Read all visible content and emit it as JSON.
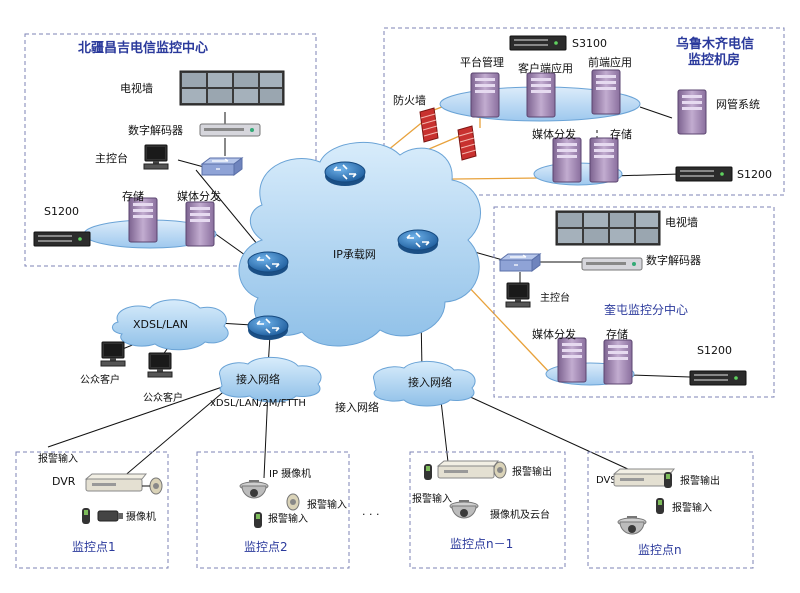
{
  "centers": {
    "beijiang": {
      "title": "北疆昌吉电信监控中心",
      "tv_wall": "电视墙",
      "decoder": "数字解码器",
      "console": "主控台",
      "storage": "存储",
      "media": "媒体分发",
      "s1200": "S1200"
    },
    "urumqi": {
      "title_line1": "乌鲁木齐电信",
      "title_line2": "监控机房",
      "s3100": "S3100",
      "platform": "平台管理",
      "client_app": "客户端应用",
      "frontend_app": "前端应用",
      "firewall": "防火墙",
      "nms": "网管系统",
      "media": "媒体分发",
      "storage": "存储",
      "s1200": "S1200"
    },
    "kuitun": {
      "title": "奎屯监控分中心",
      "tv_wall": "电视墙",
      "decoder": "数字解码器",
      "console": "主控台",
      "media": "媒体分发",
      "storage": "存储",
      "s1200": "S1200"
    }
  },
  "network": {
    "ip_network": "IP承载网",
    "xdsl_lan": "XDSL/LAN",
    "access_left": "接入网络",
    "access_left_sub": "xDSL/LAN/2M/FTTH",
    "access_right": "接入网络",
    "access_right_sub": "接入网络",
    "public_client_1": "公众客户",
    "public_client_2": "公众客户"
  },
  "sites": {
    "site1": {
      "title": "监控点1",
      "alarm_in": "报警输入",
      "dvr": "DVR",
      "camera": "摄像机"
    },
    "site2": {
      "title": "监控点2",
      "ip_camera": "IP 摄像机",
      "alarm_in_1": "报警输入",
      "alarm_in_2": "报警输入"
    },
    "ellipsis": "· · ·",
    "site_n1": {
      "title": "监控点n－1",
      "alarm_out": "报警输出",
      "alarm_in": "报警输入",
      "ptz": "摄像机及云台"
    },
    "site_n": {
      "title": "监控点n",
      "dvs": "DVS",
      "alarm_out": "报警输出",
      "alarm_in": "报警输入"
    }
  },
  "colors": {
    "title_blue": "#2b3a9c",
    "cloud_blue": "#a9d0f0",
    "ellipse_blue": "#bcd9f2",
    "server_purple": "#a98fb8",
    "orange_link": "#e8a23c",
    "firewall_red": "#c8312f",
    "router_blue": "#2f6fb0"
  }
}
